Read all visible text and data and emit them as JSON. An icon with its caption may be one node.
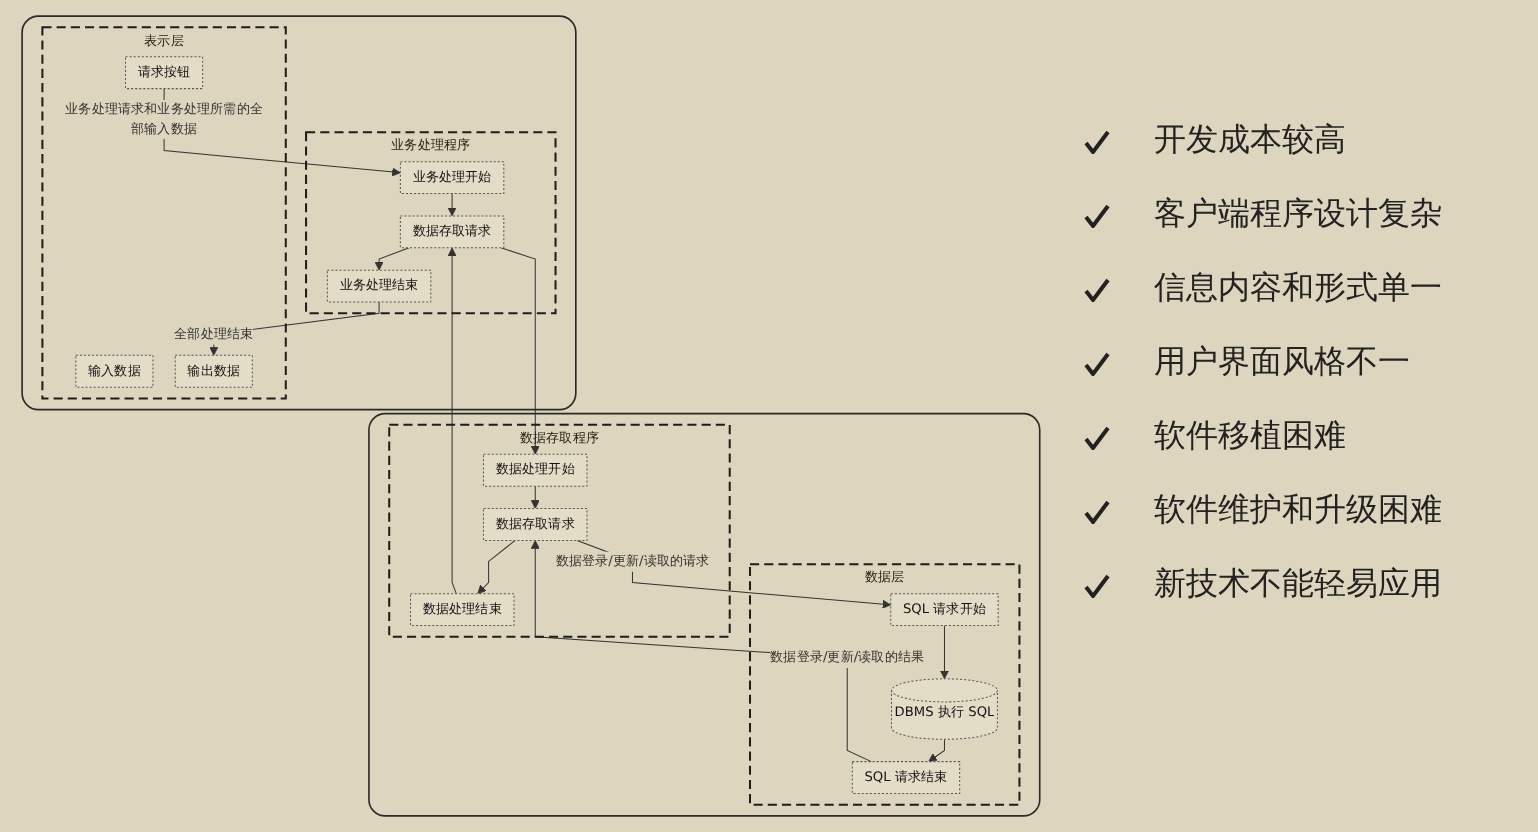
{
  "diagram": {
    "nodes": [
      {
        "text": [],
        "shape": "box"
      },
      {
        "text": [
          "表示层"
        ],
        "in": 0
      },
      {
        "text": [
          "输入数据"
        ],
        "in": 1
      },
      {
        "text": [
          "请求按钮"
        ],
        "in": 1
      },
      {
        "text": [
          "输出数据"
        ],
        "in": 1
      },
      {
        "text": [
          "业务处理程序"
        ],
        "in": 0
      },
      {
        "text": [
          "业务处理开始"
        ],
        "in": 5
      },
      {
        "text": [
          "数据存取请求"
        ],
        "in": 5
      },
      {
        "text": [
          "业务处理结束"
        ],
        "in": 5
      },
      {
        "text": [],
        "shape": "box"
      },
      {
        "text": [
          "数据层"
        ],
        "in": 9
      },
      {
        "text": [
          "SQL 请求开始"
        ],
        "in": 10
      },
      {
        "text": [
          "DBMS 执行 SQL"
        ],
        "in": 10
      },
      {
        "text": [
          "SQL 请求结束"
        ],
        "in": 10
      },
      {
        "text": [
          "数据存取程序"
        ],
        "in": 9
      },
      {
        "text": [
          "数据处理开始"
        ],
        "in": 14
      },
      {
        "text": [
          "数据存取请求"
        ],
        "in": 14
      },
      {
        "text": [
          "数据处理结束"
        ],
        "in": 14
      }
    ],
    "edges": [
      {
        "from": 3,
        "to": 6,
        "arrow": "to",
        "label": "业务处理请求和业务处理所需的全部输入数据"
      },
      {
        "from": 6,
        "to": 7,
        "arrow": "to"
      },
      {
        "from": 7,
        "to": 8,
        "arrow": "to"
      },
      {
        "from": 8,
        "to": 4,
        "arrow": "to",
        "label": "全部处理结束"
      },
      {
        "from": 7,
        "to": 15,
        "arrow": "to"
      },
      {
        "from": 15,
        "to": 16,
        "arrow": "to"
      },
      {
        "from": 16,
        "to": 17,
        "arrow": "to"
      },
      {
        "from": 17,
        "to": 7,
        "arrow": "to"
      },
      {
        "from": 16,
        "to": 11,
        "arrow": "to",
        "label": "数据登录/更新/读取的请求"
      },
      {
        "from": 11,
        "to": 12,
        "arrow": "to"
      },
      {
        "from": 12,
        "to": 13,
        "arrow": "to"
      },
      {
        "from": 13,
        "to": 16,
        "arrow": "to",
        "label": "数据登录/更新/读取的结果"
      }
    ],
    "labels": [
      "开发成本较高",
      "客户端程序设计复杂",
      "信息内容和形式单一",
      "用户界面风格不一",
      "软件移植困难",
      "软件维护和升级困难",
      "新技术不能轻易应用"
    ]
  }
}
